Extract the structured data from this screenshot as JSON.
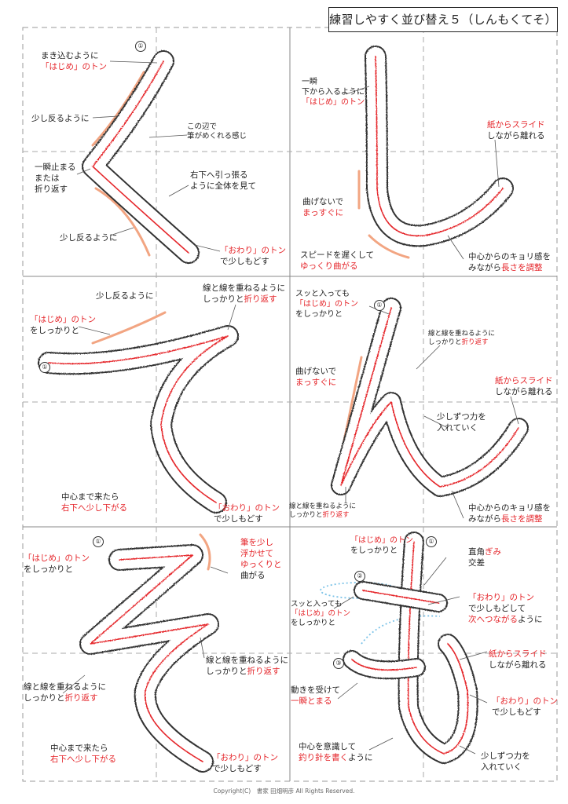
{
  "title": "練習しやすく並び替え５（しんもくてそ）",
  "copyright": "Copyright(C)　書家 田畑明彦 All Rights Reserved.",
  "number_marks": [
    "①",
    "②",
    "③"
  ],
  "colors": {
    "accent": "#e5262b",
    "guide": "#f2a582",
    "hint": "#7cc3e8",
    "stroke": "#333333"
  },
  "panels": [
    {
      "char": "く",
      "notes": [
        {
          "lines": [
            {
              "t": "まき込むように"
            },
            {
              "r": "「はじめ」のトン"
            }
          ]
        },
        {
          "lines": [
            {
              "t": "少し反るように"
            }
          ]
        },
        {
          "lines": [
            {
              "t": "この辺で"
            },
            {
              "t": "筆がめくれる感じ"
            }
          ]
        },
        {
          "lines": [
            {
              "t": "一瞬止まる"
            },
            {
              "t": "または"
            },
            {
              "t": "折り返す"
            }
          ]
        },
        {
          "lines": [
            {
              "t": "右下へ引っ張る"
            },
            {
              "t": "ように全体を見て"
            }
          ]
        },
        {
          "lines": [
            {
              "t": "少し反るように"
            }
          ]
        },
        {
          "lines": [
            {
              "r": "「おわり」のトン"
            },
            {
              "t": "で少しもどす"
            }
          ]
        }
      ]
    },
    {
      "char": "し",
      "notes": [
        {
          "lines": [
            {
              "t": "一瞬"
            },
            {
              "t": "下から入るように"
            },
            {
              "r": "「はじめ」のトン"
            }
          ]
        },
        {
          "lines": [
            {
              "r": "紙からスライド"
            },
            {
              "t": "しながら離れる"
            }
          ]
        },
        {
          "lines": [
            {
              "t": "曲げないで"
            },
            {
              "r": "まっすぐに"
            }
          ]
        },
        {
          "lines": [
            {
              "t": "スピードを遅くして"
            },
            {
              "r": "ゆっくり曲がる"
            }
          ]
        },
        {
          "lines": [
            {
              "t": "中心からのキョリ感を"
            },
            {
              "t": "みながら",
              "r": "長さを調整"
            }
          ]
        }
      ]
    },
    {
      "char": "て",
      "notes": [
        {
          "lines": [
            {
              "t": "少し反るように"
            }
          ]
        },
        {
          "lines": [
            {
              "t": "線と線を重ねるように"
            },
            {
              "t": "しっかりと",
              "r": "折り返す"
            }
          ]
        },
        {
          "lines": [
            {
              "r": "「はじめ」のトン"
            },
            {
              "t": "をしっかりと"
            }
          ]
        },
        {
          "lines": [
            {
              "t": "中心まで来たら"
            },
            {
              "r": "右下へ少し下がる"
            }
          ]
        },
        {
          "lines": [
            {
              "r": "「おわり」のトン"
            },
            {
              "t": "で少しもどす"
            }
          ]
        }
      ]
    },
    {
      "char": "ん",
      "notes": [
        {
          "lines": [
            {
              "t": "スッと入っても"
            },
            {
              "r": "「はじめ」のトン"
            },
            {
              "t": "をしっかりと"
            }
          ]
        },
        {
          "lines": [
            {
              "t": "線と線を重ねるように"
            },
            {
              "t": "しっかりと",
              "r": "折り返す"
            }
          ]
        },
        {
          "lines": [
            {
              "t": "曲げないで"
            },
            {
              "r": "まっすぐに"
            }
          ]
        },
        {
          "lines": [
            {
              "r": "紙からスライド"
            },
            {
              "t": "しながら離れる"
            }
          ]
        },
        {
          "lines": [
            {
              "t": "少しずつ力を"
            },
            {
              "t": "入れていく"
            }
          ]
        },
        {
          "lines": [
            {
              "t": "線と線を重ねるように"
            },
            {
              "t": "しっかりと",
              "r": "折り返す"
            }
          ]
        },
        {
          "lines": [
            {
              "t": "中心からのキョリ感を"
            },
            {
              "t": "みながら",
              "r": "長さを調整"
            }
          ]
        }
      ]
    },
    {
      "char": "そ",
      "notes": [
        {
          "lines": [
            {
              "r": "「はじめ」のトン"
            },
            {
              "t": "をしっかりと"
            }
          ]
        },
        {
          "lines": [
            {
              "r": "筆を少し"
            },
            {
              "r": "浮かせて"
            },
            {
              "r": "ゆっくりと"
            },
            {
              "t": "曲がる"
            }
          ]
        },
        {
          "lines": [
            {
              "t": "線と線を重ねるように"
            },
            {
              "t": "しっかりと",
              "r": "折り返す"
            }
          ]
        },
        {
          "lines": [
            {
              "t": "線と線を重ねるように"
            },
            {
              "t": "しっかりと",
              "r": "折り返す"
            }
          ]
        },
        {
          "lines": [
            {
              "t": "中心まで来たら"
            },
            {
              "r": "右下へ少し下がる"
            }
          ]
        },
        {
          "lines": [
            {
              "r": "「おわり」のトン"
            },
            {
              "t": "で少しもどす"
            }
          ]
        }
      ]
    },
    {
      "char": "も",
      "notes": [
        {
          "lines": [
            {
              "r": "「はじめ」のトン"
            },
            {
              "t": "をしっかりと"
            }
          ]
        },
        {
          "lines": [
            {
              "t": "直角",
              "r": "ぎみ"
            },
            {
              "t": "交差"
            }
          ]
        },
        {
          "lines": [
            {
              "r": "「おわり」のトン"
            },
            {
              "t": "で少しもどして"
            },
            {
              "r": "次へつながる",
              "t2": "ように"
            }
          ]
        },
        {
          "lines": [
            {
              "t": "スッと入っても"
            },
            {
              "r": "「はじめ」のトン"
            },
            {
              "t": "をしっかりと"
            }
          ]
        },
        {
          "lines": [
            {
              "r": "紙からスライド"
            },
            {
              "t": "しながら離れる"
            }
          ]
        },
        {
          "lines": [
            {
              "t": "動きを受けて"
            },
            {
              "r": "一瞬とまる"
            }
          ]
        },
        {
          "lines": [
            {
              "r": "「おわり」のトン"
            },
            {
              "t": "で少しもどす"
            }
          ]
        },
        {
          "lines": [
            {
              "t": "中心を意識して"
            },
            {
              "r": "釣り針を書く",
              "t2": "ように"
            }
          ]
        },
        {
          "lines": [
            {
              "t": "少しずつ力を"
            },
            {
              "t": "入れていく"
            }
          ]
        }
      ]
    }
  ]
}
